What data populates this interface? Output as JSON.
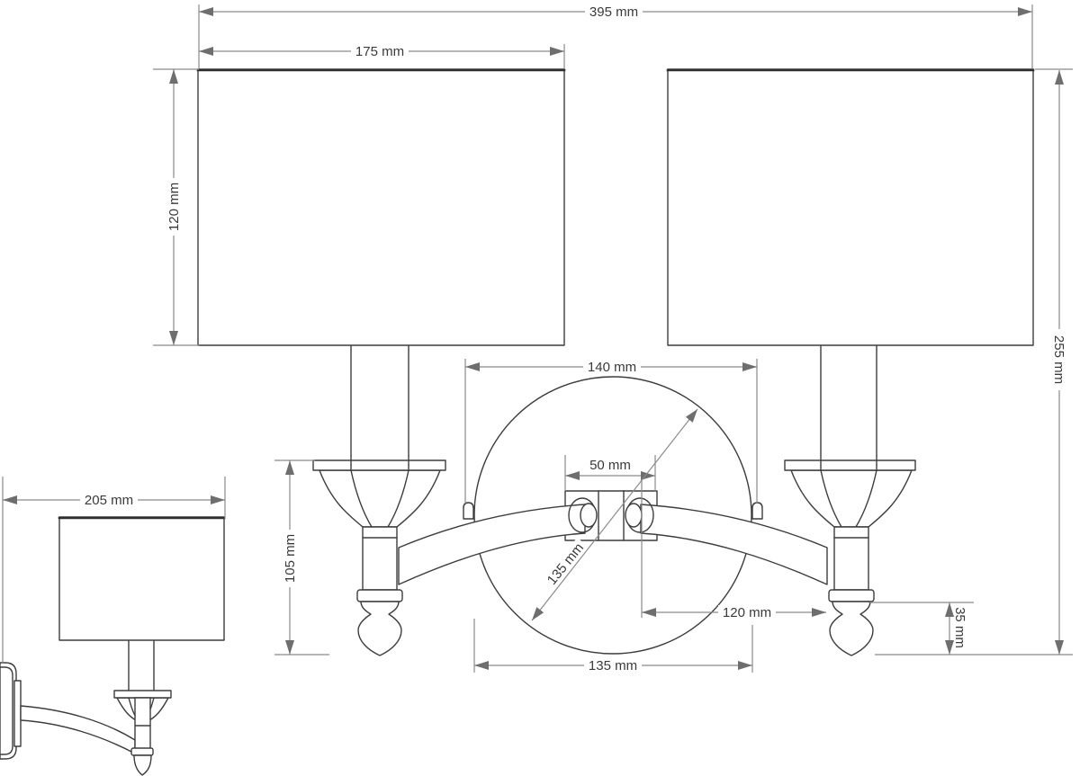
{
  "drawing": {
    "type": "technical-dimension-drawing",
    "subject": "two-arm wall sconce with rectangular shades, front view and side view",
    "unit": "mm"
  },
  "dims": {
    "total_width": "395 mm",
    "shade_width": "175 mm",
    "shade_height": "120 mm",
    "total_height": "255 mm",
    "backplate_tab_span": "140 mm",
    "bracket_width": "50 mm",
    "backplate_diagonal": "135 mm",
    "center_to_finial": "120 mm",
    "candle_height": "105 mm",
    "backplate_width": "135 mm",
    "finial_height": "35 mm",
    "depth": "205 mm"
  },
  "colors": {
    "object_line": "#3d3d3d",
    "dimension_line": "#8a8a8a",
    "text": "#3a3a3a",
    "background": "#ffffff"
  }
}
